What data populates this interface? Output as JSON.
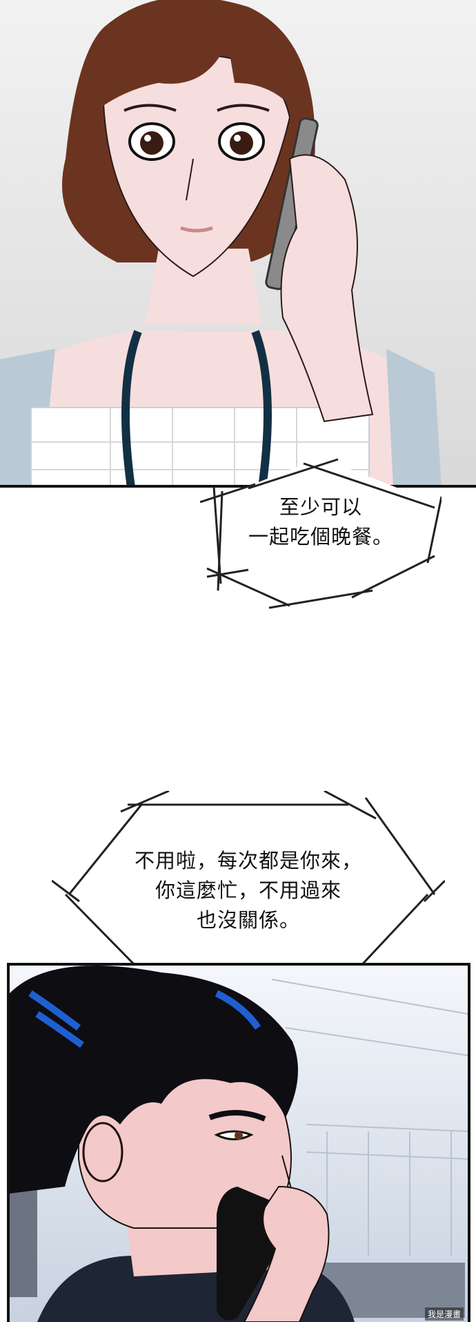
{
  "page": {
    "background": "#ffffff",
    "panel_border_color": "#111111"
  },
  "panels": {
    "top": {
      "scene": "woman-on-phone",
      "colors": {
        "hair": "#6b3420",
        "skin": "#f7dede",
        "apron": "#b9cad6",
        "lanyard": "#123044",
        "wall": "#e2e2e2"
      }
    },
    "bottom": {
      "scene": "man-on-phone",
      "colors": {
        "hair": "#0d0d12",
        "hair_highlight": "#1f5fd0",
        "skin": "#f3c9c9",
        "phone": "#111111",
        "background": "#dfe6ef"
      }
    }
  },
  "bubbles": {
    "first": {
      "lines": [
        "至少可以",
        "一起吃個晚餐。"
      ]
    },
    "second": {
      "lines": [
        "不用啦，每次都是你來，",
        "你這麼忙，不用過來",
        "也沒關係。"
      ]
    }
  },
  "watermark": {
    "text": "我是漫畫"
  }
}
